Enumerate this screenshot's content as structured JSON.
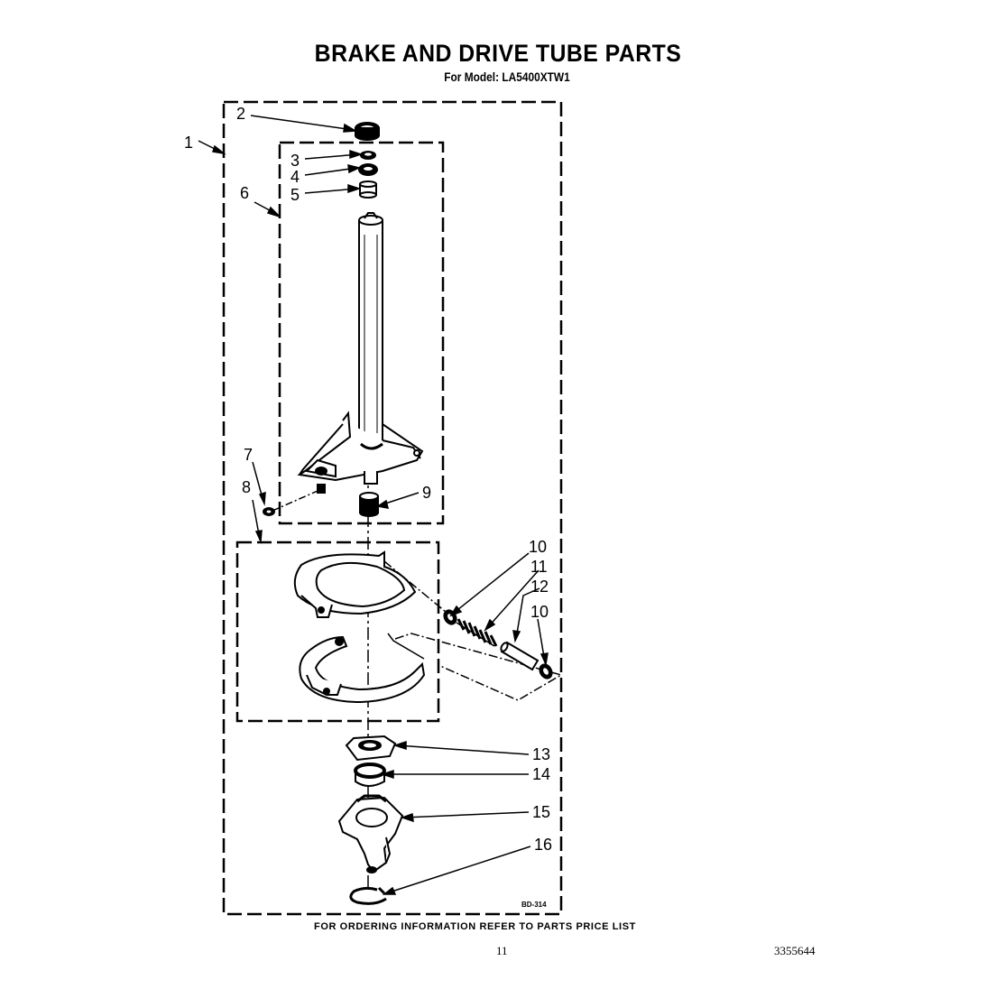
{
  "title": "BRAKE AND DRIVE TUBE PARTS",
  "subtitle": "For Model: LA5400XTW1",
  "diagram_code": "BD-314",
  "footer_note": "FOR ORDERING INFORMATION REFER TO PARTS PRICE LIST",
  "page_number": "11",
  "document_number": "3355644",
  "callouts": [
    "1",
    "2",
    "3",
    "4",
    "5",
    "6",
    "7",
    "8",
    "9",
    "10",
    "11",
    "12",
    "10",
    "13",
    "14",
    "15",
    "16"
  ]
}
